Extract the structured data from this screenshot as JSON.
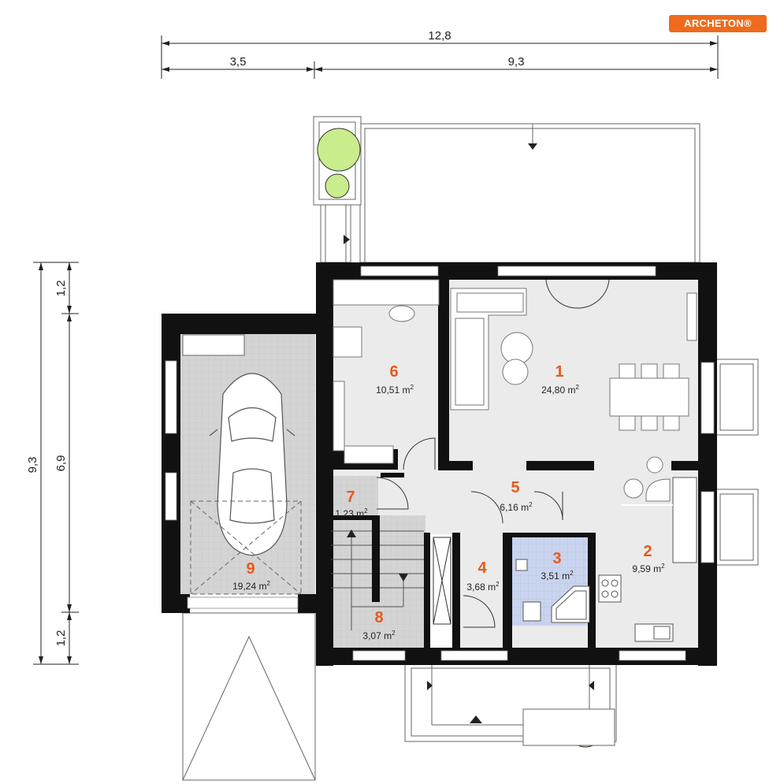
{
  "brand": {
    "logo_text": "ARCHETON",
    "registered_mark": "®",
    "color": "#ef6a1c"
  },
  "dimensions": {
    "top_total": "12,8",
    "top_left": "3,5",
    "top_right": "9,3",
    "left_total": "9,3",
    "left_top": "1,2",
    "left_middle": "6,9",
    "left_bottom": "1,2"
  },
  "rooms": [
    {
      "number": "1",
      "area": "24,80 m",
      "unit_sup": "2"
    },
    {
      "number": "2",
      "area": "9,59 m",
      "unit_sup": "2"
    },
    {
      "number": "3",
      "area": "3,51 m",
      "unit_sup": "2"
    },
    {
      "number": "4",
      "area": "3,68 m",
      "unit_sup": "2"
    },
    {
      "number": "5",
      "area": "6,16 m",
      "unit_sup": "2"
    },
    {
      "number": "6",
      "area": "10,51 m",
      "unit_sup": "2"
    },
    {
      "number": "7",
      "area": "1,23 m",
      "unit_sup": "2"
    },
    {
      "number": "8",
      "area": "3,07 m",
      "unit_sup": "2"
    },
    {
      "number": "9",
      "area": "19,24 m",
      "unit_sup": "2"
    }
  ],
  "colors": {
    "wall": "#111111",
    "floor_light": "#ebebeb",
    "floor_tiles": "#d6d6d6",
    "bathroom": "#c9d4ee",
    "room_number": "#e8591a",
    "plant": "#c9ec8c"
  },
  "icons": [
    "car-icon",
    "sofa-icon",
    "bed-icon",
    "dining-table-icon",
    "stove-icon",
    "sink-icon",
    "toilet-icon",
    "shower-icon",
    "plant-icon",
    "arrow-icon"
  ]
}
